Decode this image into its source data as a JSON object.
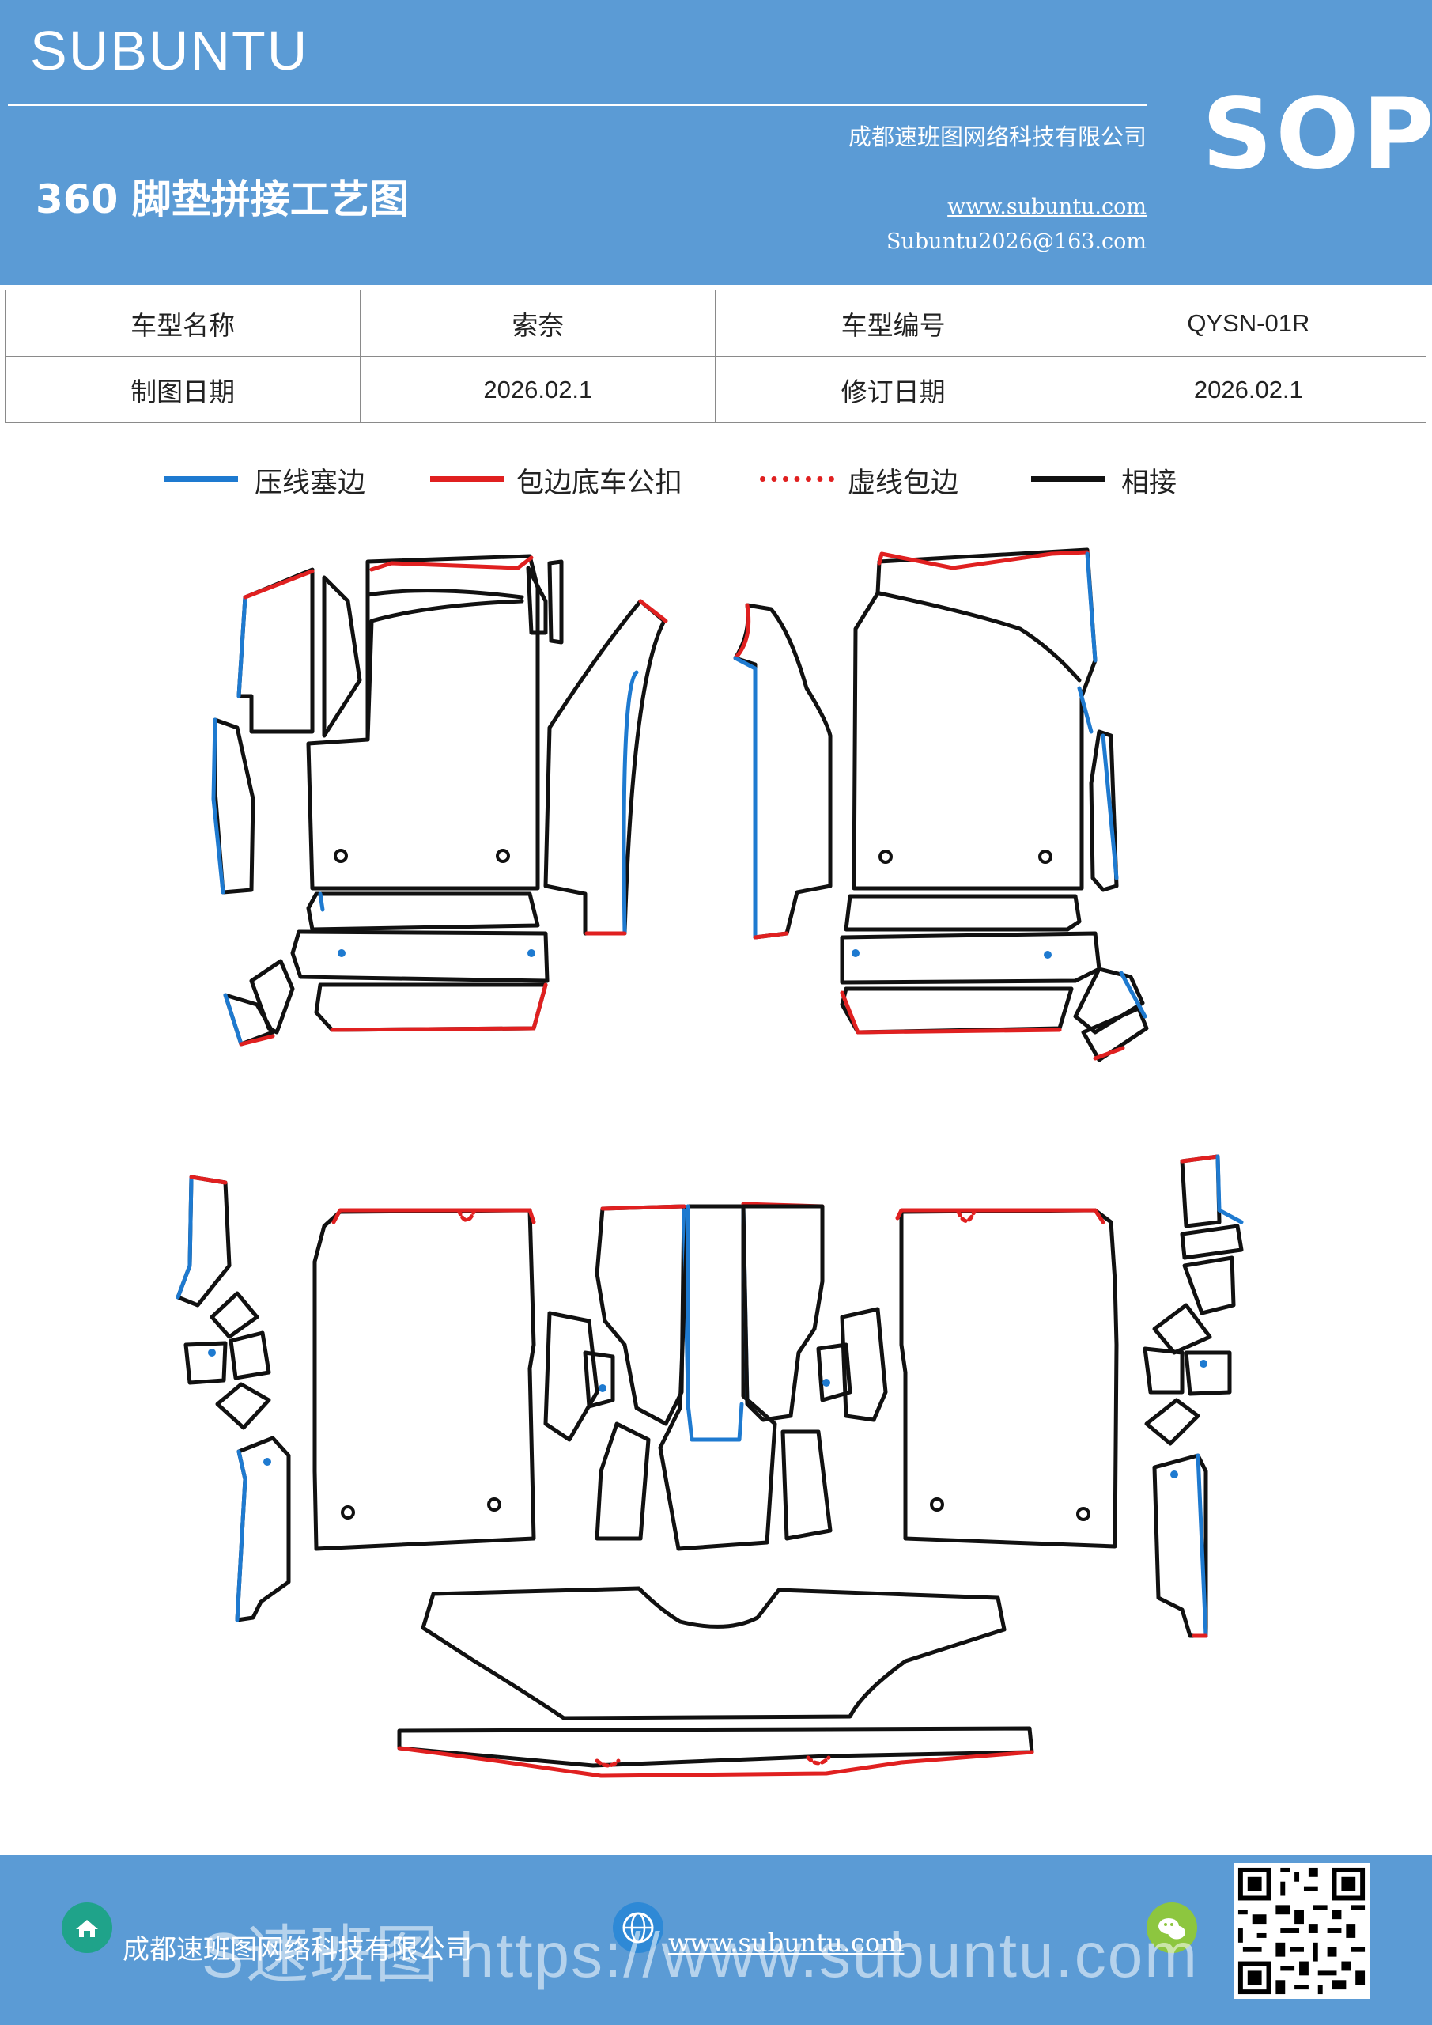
{
  "header": {
    "brand": "SUBUNTU",
    "company": "成都速班图网络科技有限公司",
    "badge": "SOP",
    "title": "360 脚垫拼接工艺图",
    "website": "www.subuntu.com",
    "email": "Subuntu2026@163.com"
  },
  "info_table": {
    "rows": [
      [
        "车型名称",
        "索奈",
        "车型编号",
        "QYSN-01R"
      ],
      [
        "制图日期",
        "2026.02.1",
        "修订日期",
        "2026.02.1"
      ]
    ]
  },
  "legend": {
    "items": [
      {
        "label": "压线塞边",
        "color": "#1e7ad0",
        "style": "solid"
      },
      {
        "label": "包边底车公扣",
        "color": "#e02020",
        "style": "solid"
      },
      {
        "label": "虚线包边",
        "color": "#e02020",
        "style": "dotted"
      },
      {
        "label": "相接",
        "color": "#111111",
        "style": "solid"
      }
    ]
  },
  "footer": {
    "company": "成都速班图网络科技有限公司",
    "website": "www.subuntu.com",
    "watermark": "S速班图 https://www.subuntu.com"
  },
  "colors": {
    "band": "#5b9bd5",
    "blue_edge": "#1e7ad0",
    "red_edge": "#e02020",
    "black_edge": "#111111"
  }
}
